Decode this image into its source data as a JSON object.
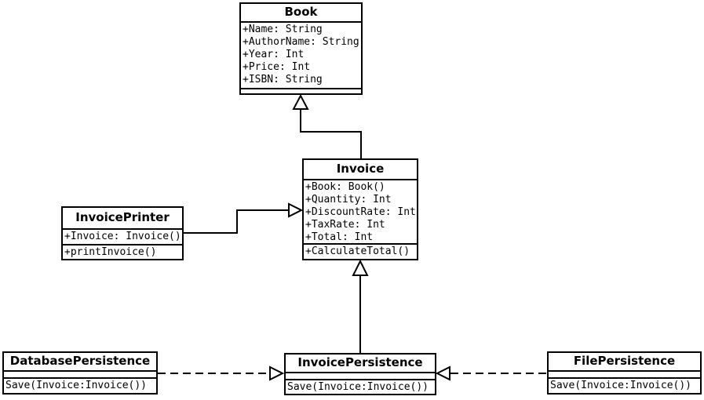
{
  "diagram": {
    "title": "UML class diagram",
    "colors": {
      "line": "#000000",
      "box_fill": "#ffffff",
      "background": "#ffffff",
      "text": "#000000"
    },
    "classes": {
      "book": {
        "name": "Book",
        "attributes": [
          "+Name: String",
          "+AuthorName: String",
          "+Year: Int",
          "+Price: Int",
          "+ISBN: String"
        ],
        "methods": []
      },
      "invoice": {
        "name": "Invoice",
        "attributes": [
          "+Book: Book()",
          "+Quantity: Int",
          "+DiscountRate: Int",
          "+TaxRate: Int",
          "+Total: Int"
        ],
        "methods": [
          "+CalculateTotal()"
        ]
      },
      "invoice_printer": {
        "name": "InvoicePrinter",
        "attributes": [
          "+Invoice: Invoice()"
        ],
        "methods": [
          "+printInvoice()"
        ]
      },
      "database_persistence": {
        "name": "DatabasePersistence",
        "attributes": [],
        "methods": [
          "Save(Invoice:Invoice())"
        ]
      },
      "invoice_persistence": {
        "name": "InvoicePersistence",
        "attributes": [],
        "methods": [
          "Save(Invoice:Invoice())"
        ]
      },
      "file_persistence": {
        "name": "FilePersistence",
        "attributes": [],
        "methods": [
          "Save(Invoice:Invoice())"
        ]
      }
    },
    "relationships": [
      {
        "from": "Invoice",
        "to": "Book",
        "type": "generalization",
        "line": "solid",
        "arrowhead": "hollow-triangle"
      },
      {
        "from": "InvoicePrinter",
        "to": "Invoice",
        "type": "generalization",
        "line": "solid",
        "arrowhead": "hollow-triangle"
      },
      {
        "from": "InvoicePersistence",
        "to": "Invoice",
        "type": "generalization",
        "line": "solid",
        "arrowhead": "hollow-triangle"
      },
      {
        "from": "DatabasePersistence",
        "to": "InvoicePersistence",
        "type": "realization",
        "line": "dashed",
        "arrowhead": "hollow-triangle"
      },
      {
        "from": "FilePersistence",
        "to": "InvoicePersistence",
        "type": "realization",
        "line": "dashed",
        "arrowhead": "hollow-triangle"
      }
    ]
  }
}
